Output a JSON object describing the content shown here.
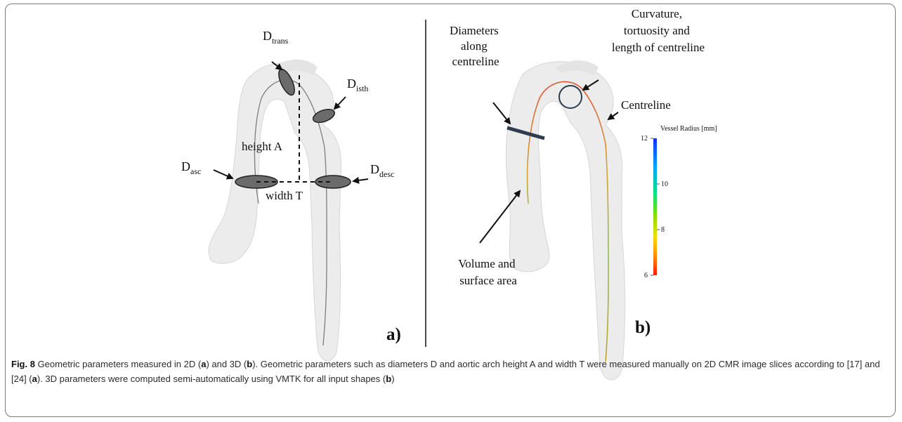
{
  "panel_a": {
    "label_D": "D",
    "sub_trans": "trans",
    "sub_isth": "isth",
    "sub_asc": "asc",
    "sub_desc": "desc",
    "height_label": "height A",
    "width_label": "width T",
    "panel_letter": "a)"
  },
  "panel_b": {
    "diameters_line1": "Diameters",
    "diameters_line2": "along",
    "diameters_line3": "centreline",
    "curv_line1": "Curvature,",
    "curv_line2": "tortuosity and",
    "curv_line3": "length of centreline",
    "centreline_label": "Centreline",
    "volume_line1": "Volume and",
    "volume_line2": "surface area",
    "colorbar_title": "Vessel Radius [mm]",
    "colorbar_ticks": [
      "12",
      "10",
      "8",
      "6"
    ],
    "panel_letter": "b)"
  },
  "caption": {
    "fig_label": "Fig. 8",
    "t1": " Geometric parameters measured in 2D (",
    "a1": "a",
    "t2": ") and 3D (",
    "b1": "b",
    "t3": "). Geometric parameters such as diameters D and aortic arch height A and width T were measured manually on 2D CMR image slices according to [17] and [24] (",
    "a2": "a",
    "t4": "). 3D parameters were computed semi-automatically using VMTK for all input shapes (",
    "b2": "b",
    "t5": ")"
  }
}
